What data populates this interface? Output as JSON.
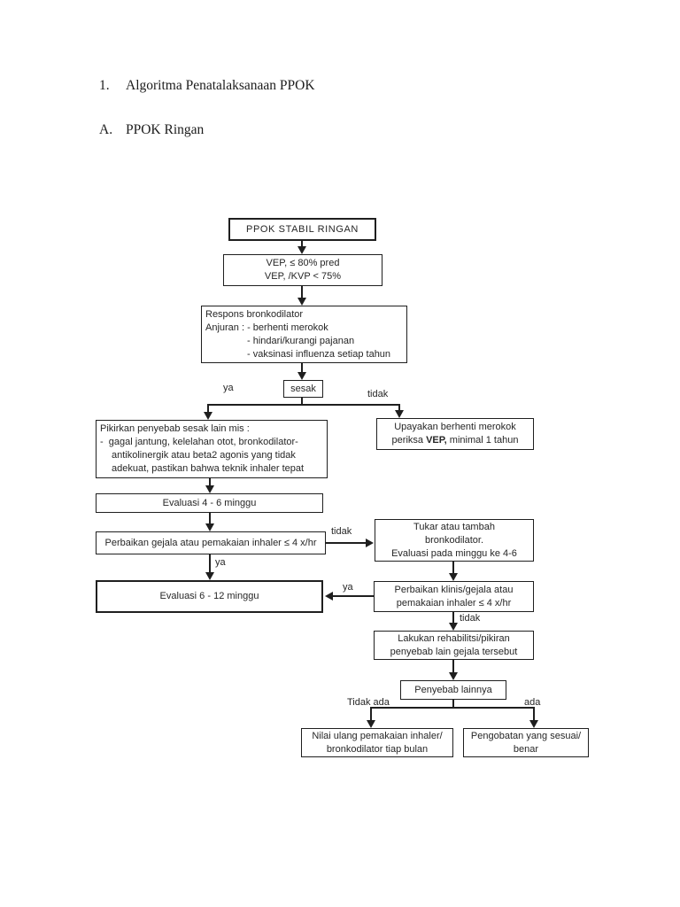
{
  "document": {
    "heading1": {
      "number": "1.",
      "text": "Algoritma Penatalaksanaan PPOK"
    },
    "heading2": {
      "number": "A.",
      "text": "PPOK Ringan"
    }
  },
  "flowchart": {
    "nodes": {
      "start": "PPOK STABIL RINGAN",
      "criteria": "VEP, ≤ 80% pred\nVEP, /KVP < 75%",
      "respons": {
        "lines": [
          "Respons bronkodilator",
          "Anjuran : - berhenti merokok",
          "- hindari/kurangi pajanan",
          "- vaksinasi influenza setiap tahun"
        ]
      },
      "sesak": "sesak",
      "pikirkan": {
        "lines": [
          "Pikirkan penyebab sesak lain mis :",
          "-  gagal jantung, kelelahan otot, bronkodilator-",
          "antikolinergik atau beta2 agonis yang tidak",
          "adekuat, pastikan bahwa teknik inhaler tepat"
        ]
      },
      "upayakan": {
        "line1": "Upayakan berhenti merokok",
        "line2_pre": "periksa ",
        "line2_bold": "VEP,",
        "line2_post": " minimal 1 tahun"
      },
      "evaluasi46": "Evaluasi 4 - 6 minggu",
      "perbaikan_gejala": "Perbaikan gejala atau pemakaian inhaler ≤ 4 x/hr",
      "evaluasi612": "Evaluasi 6 - 12 minggu",
      "tukar": "Tukar atau tambah\nbronkodilator.\nEvaluasi pada minggu ke 4-6",
      "perbaikan_klinis": "Perbaikan klinis/gejala atau\npemakaian inhaler ≤ 4 x/hr",
      "lakukan": "Lakukan rehabilitsi/pikiran\npenyebab lain gejala tersebut",
      "penyebab": "Penyebab lainnya",
      "nilai_ulang": "Nilai ulang pemakaian inhaler/\nbronkodilator tiap bulan",
      "pengobatan": "Pengobatan yang sesuai/\nbenar"
    },
    "labels": {
      "sesak_ya": "ya",
      "sesak_tidak": "tidak",
      "gejala_tidak": "tidak",
      "gejala_ya": "ya",
      "klinis_ya": "ya",
      "klinis_tidak": "tidak",
      "penyebab_tidak_ada": "Tidak ada",
      "penyebab_ada": "ada"
    },
    "colors": {
      "ink": "#1f1f1f",
      "background": "#ffffff"
    }
  }
}
